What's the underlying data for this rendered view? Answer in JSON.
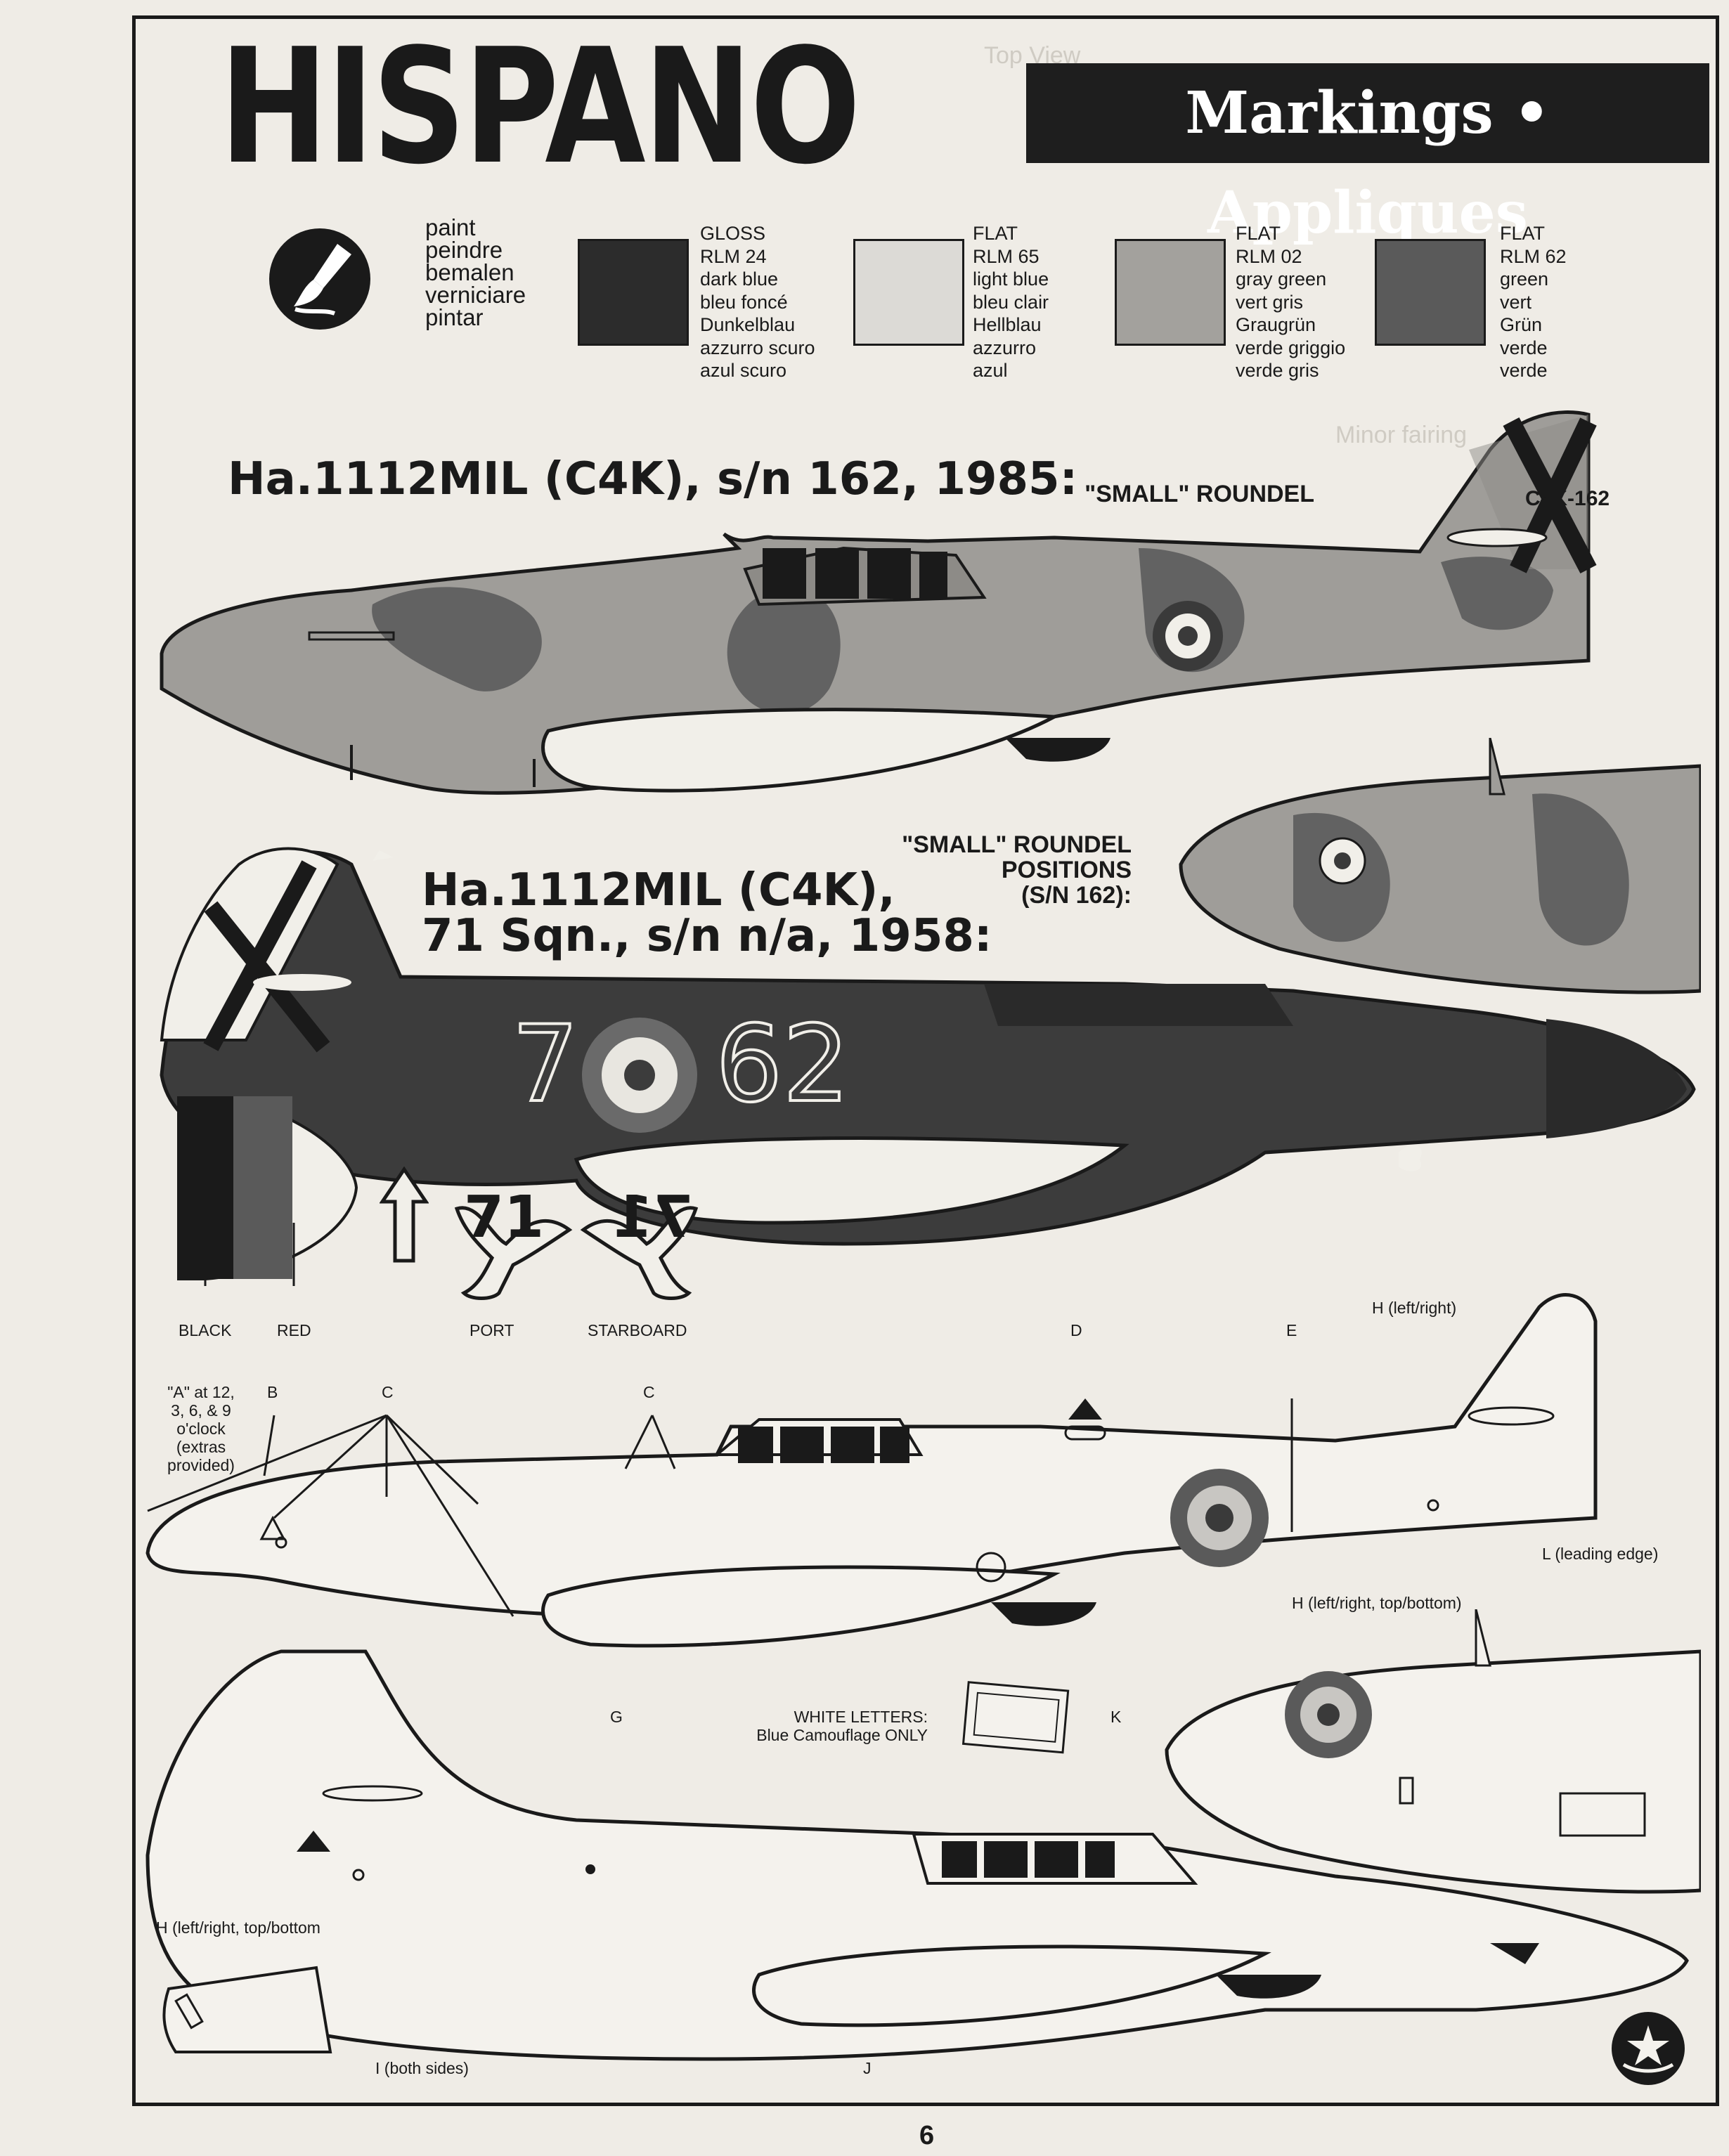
{
  "header": {
    "brand": "HISPANO",
    "section_title": "Markings • Appliques"
  },
  "paint": {
    "icon": "paint-brush-icon",
    "words": [
      "paint",
      "peindre",
      "bemalen",
      "verniciare",
      "pintar"
    ]
  },
  "swatches": [
    {
      "color": "#2c2c2c",
      "lines": [
        "GLOSS",
        "RLM 24",
        "dark blue",
        "bleu foncé",
        "Dunkelblau",
        "azzurro scuro",
        "azul scuro"
      ]
    },
    {
      "color": "#dcdad6",
      "lines": [
        "FLAT",
        "RLM 65",
        "light blue",
        "bleu clair",
        "Hellblau",
        "azzurro",
        "azul"
      ]
    },
    {
      "color": "#a3a19d",
      "lines": [
        "FLAT",
        "RLM 02",
        "gray green",
        "vert gris",
        "Graugrün",
        "verde griggio",
        "verde gris"
      ]
    },
    {
      "color": "#5a5a5a",
      "lines": [
        "FLAT",
        "RLM 62",
        "green",
        "vert",
        "Grün",
        "verde",
        "verde"
      ]
    }
  ],
  "aircraft_1": {
    "title": "Ha.1112MIL (C4K), s/n 162, 1985:",
    "tail_code": "C4K-162",
    "roundel_callout": "\"SMALL\" ROUNDEL"
  },
  "roundel_positions": {
    "lines": [
      "\"SMALL\" ROUNDEL",
      "POSITIONS",
      "(S/N 162):"
    ]
  },
  "aircraft_2": {
    "title_line1": "Ha.1112MIL (C4K),",
    "title_line2": "71 Sqn., s/n n/a, 1958:",
    "code_left": "7",
    "code_right": "62"
  },
  "spinner_labels": {
    "black": "BLACK",
    "red": "RED"
  },
  "emblem_labels": {
    "port": "PORT",
    "starboard": "STARBOARD",
    "port_glyph": "71",
    "starboard_glyph": "71"
  },
  "decal_labels": {
    "a_note": [
      "\"A\" at 12,",
      "3, 6, & 9",
      "o'clock",
      "(extras",
      "provided)"
    ],
    "b": "B",
    "c": "C",
    "d": "D",
    "e": "E",
    "h_lr": "H (left/right)",
    "l": "L (leading edge)",
    "h_lrtb": "H (left/right, top/bottom)",
    "g": "G",
    "white_letters": [
      "WHITE LETTERS:",
      "Blue Camouflage ONLY"
    ],
    "k": "K",
    "h_lrtb2": "H (left/right, top/bottom",
    "i": "I (both sides)",
    "j": "J"
  },
  "footer": {
    "page_number": "6"
  }
}
